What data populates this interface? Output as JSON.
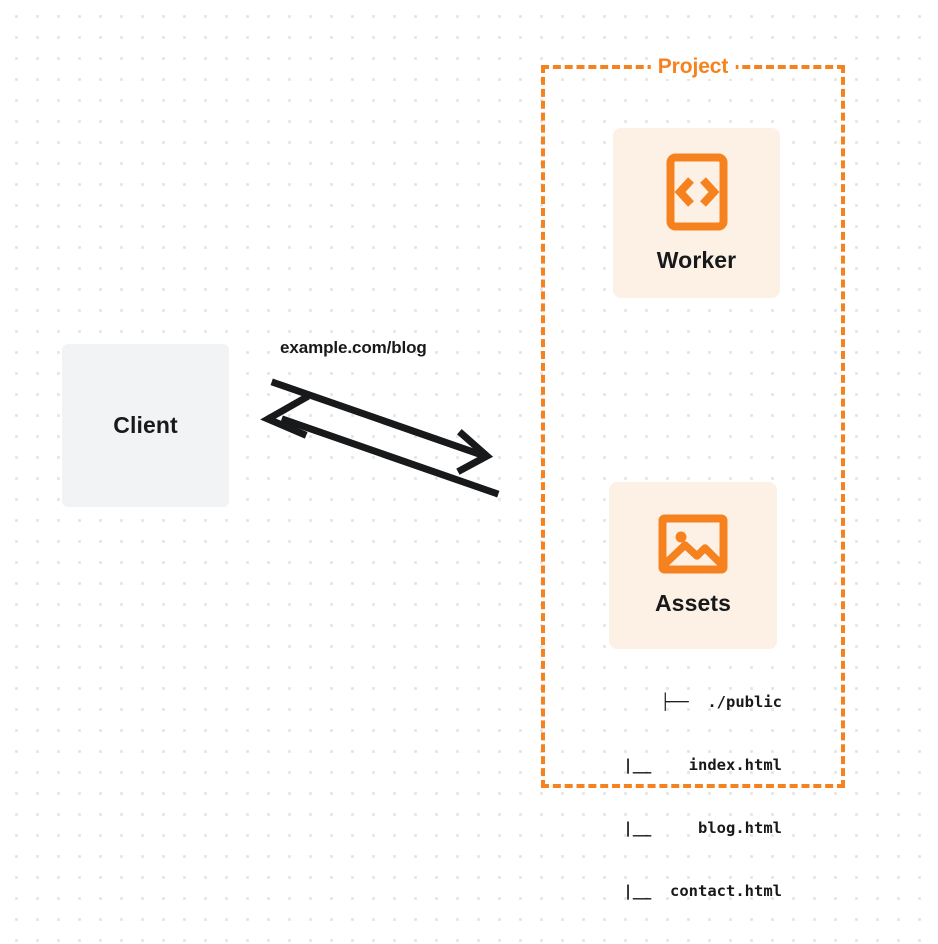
{
  "diagram": {
    "title": "Client to Project Worker and Assets request flow",
    "colors": {
      "accent_orange": "#f6821f",
      "node_cream": "#fdf1e5",
      "node_gray": "#f2f3f5",
      "text_dark": "#17191b",
      "dot_grid": "#e6e6e6",
      "background": "#ffffff"
    }
  },
  "client": {
    "label": "Client",
    "icon": "none"
  },
  "connector": {
    "label": "example.com/blog",
    "request_direction": "client-to-project",
    "response_direction": "project-to-client"
  },
  "project": {
    "label": "Project",
    "border_style": "dashed",
    "nodes": [
      {
        "id": "worker",
        "label": "Worker",
        "icon": "code-brackets-icon"
      },
      {
        "id": "assets",
        "label": "Assets",
        "icon": "image-icon"
      }
    ]
  },
  "file_tree": {
    "rows": [
      "├──  ./public",
      "|__    index.html",
      "|__     blog.html",
      "|__  contact.html"
    ],
    "root": "./public",
    "files": [
      "index.html",
      "blog.html",
      "contact.html"
    ]
  }
}
